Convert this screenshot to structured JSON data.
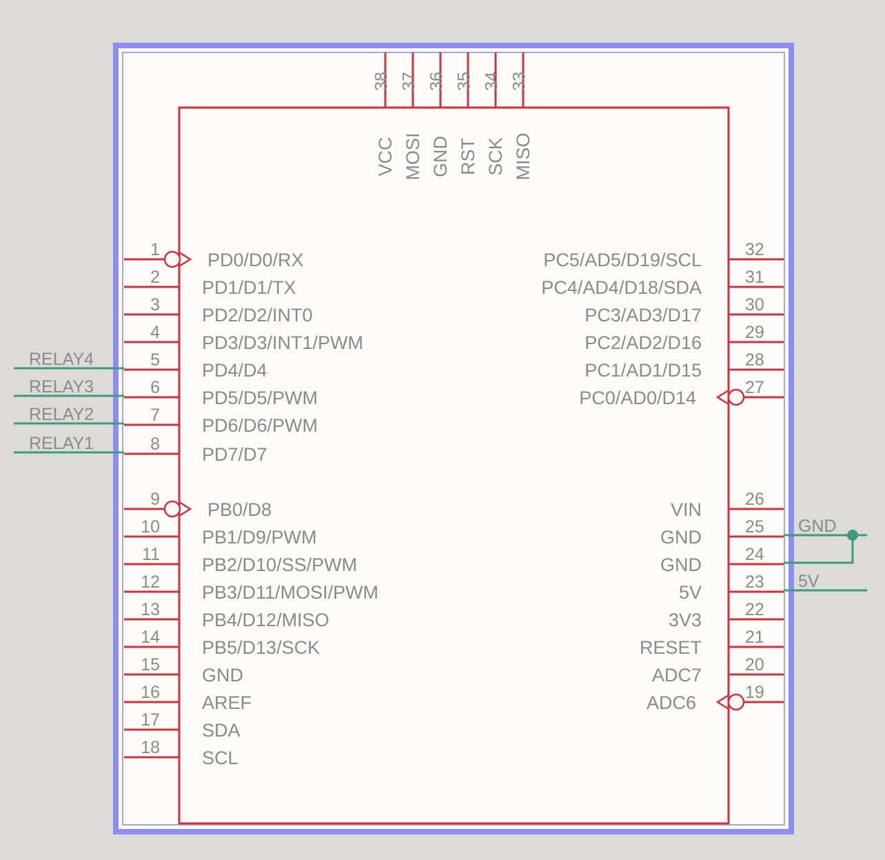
{
  "colors": {
    "background": "#dcdbd8",
    "sheet": "#fdfbf7",
    "frame": "#8e8ef0",
    "symbol": "#d0313e",
    "wire": "#3d9b7b",
    "text": "#8a8a8a"
  },
  "top_pins": [
    {
      "num": "38",
      "name": "VCC"
    },
    {
      "num": "37",
      "name": "MOSI"
    },
    {
      "num": "36",
      "name": "GND"
    },
    {
      "num": "35",
      "name": "RST"
    },
    {
      "num": "34",
      "name": "SCK"
    },
    {
      "num": "33",
      "name": "MISO"
    }
  ],
  "left_pins": [
    {
      "num": "1",
      "name": "PD0/D0/RX",
      "inverted": true
    },
    {
      "num": "2",
      "name": "PD1/D1/TX"
    },
    {
      "num": "3",
      "name": "PD2/D2/INT0"
    },
    {
      "num": "4",
      "name": "PD3/D3/INT1/PWM"
    },
    {
      "num": "5",
      "name": "PD4/D4",
      "net": "RELAY4"
    },
    {
      "num": "6",
      "name": "PD5/D5/PWM",
      "net": "RELAY3"
    },
    {
      "num": "7",
      "name": "PD6/D6/PWM",
      "net": "RELAY2"
    },
    {
      "num": "8",
      "name": "PD7/D7",
      "net": "RELAY1"
    },
    {
      "num": "9",
      "name": "PB0/D8",
      "inverted": true
    },
    {
      "num": "10",
      "name": "PB1/D9/PWM"
    },
    {
      "num": "11",
      "name": "PB2/D10/SS/PWM"
    },
    {
      "num": "12",
      "name": "PB3/D11/MOSI/PWM"
    },
    {
      "num": "13",
      "name": "PB4/D12/MISO"
    },
    {
      "num": "14",
      "name": "PB5/D13/SCK"
    },
    {
      "num": "15",
      "name": "GND"
    },
    {
      "num": "16",
      "name": "AREF"
    },
    {
      "num": "17",
      "name": "SDA"
    },
    {
      "num": "18",
      "name": "SCL"
    }
  ],
  "right_pins": [
    {
      "num": "32",
      "name": "PC5/AD5/D19/SCL"
    },
    {
      "num": "31",
      "name": "PC4/AD4/D18/SDA"
    },
    {
      "num": "30",
      "name": "PC3/AD3/D17"
    },
    {
      "num": "29",
      "name": "PC2/AD2/D16"
    },
    {
      "num": "28",
      "name": "PC1/AD1/D15"
    },
    {
      "num": "27",
      "name": "PC0/AD0/D14",
      "inverted": true
    },
    {
      "num": "26",
      "name": "VIN"
    },
    {
      "num": "25",
      "name": "GND",
      "net": "GND"
    },
    {
      "num": "24",
      "name": "GND"
    },
    {
      "num": "23",
      "name": "5V",
      "net": "5V"
    },
    {
      "num": "22",
      "name": "3V3"
    },
    {
      "num": "21",
      "name": "RESET"
    },
    {
      "num": "20",
      "name": "ADC7"
    },
    {
      "num": "19",
      "name": "ADC6",
      "inverted": true
    }
  ]
}
